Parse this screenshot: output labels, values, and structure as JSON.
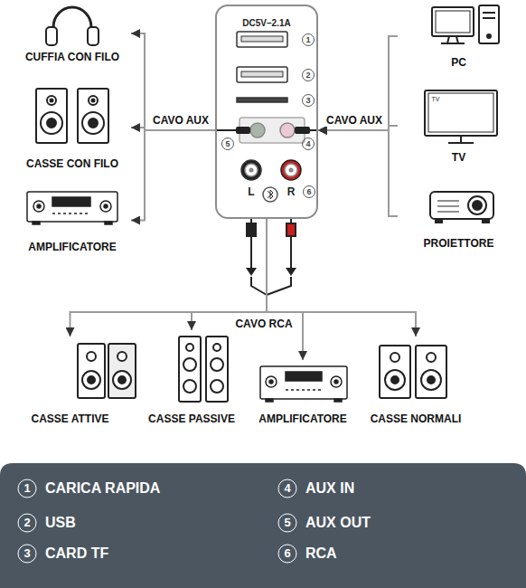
{
  "diagram": {
    "nodes": [
      {
        "text": [
          "CUFFIA CON FILO"
        ]
      },
      {
        "text": [
          "DC5V–2.1A"
        ]
      },
      {
        "text": [
          "PC"
        ]
      },
      {
        "text": [
          "CASSE CON FILO"
        ]
      },
      {
        "text": [
          "TV"
        ]
      },
      {
        "text": [
          "AMPLIFICATORE"
        ]
      },
      {
        "text": [
          "PROIETTORE"
        ]
      },
      {
        "text": [
          "CASSE ATTIVE"
        ]
      },
      {
        "text": [
          "CASSE PASSIVE"
        ]
      },
      {
        "text": [
          "AMPLIFICATORE"
        ]
      },
      {
        "text": [
          "CASSE NORMALI"
        ]
      }
    ],
    "edges": [
      {
        "from": 1,
        "to": 0,
        "arrow": "to",
        "label": "CAVO AUX"
      },
      {
        "from": 1,
        "to": 3,
        "arrow": "to"
      },
      {
        "from": 1,
        "to": 5,
        "arrow": "to"
      },
      {
        "from": 2,
        "to": 1,
        "arrow": "to",
        "label": "CAVO AUX"
      },
      {
        "from": 4,
        "to": 1,
        "arrow": "to"
      },
      {
        "from": 6,
        "to": 1,
        "arrow": "to"
      },
      {
        "from": 1,
        "to": 7,
        "arrow": "to",
        "label": "CAVO RCA"
      },
      {
        "from": 1,
        "to": 8,
        "arrow": "to"
      },
      {
        "from": 1,
        "to": 9,
        "arrow": "to"
      },
      {
        "from": 1,
        "to": 10,
        "arrow": "to"
      }
    ],
    "labels": [
      "1",
      "2",
      "3",
      "4",
      "5",
      "6",
      "L",
      "R",
      "TV",
      "1",
      "2",
      "3",
      "4",
      "5",
      "6"
    ],
    "legend": [
      {
        "text": "CARICA RAPIDA"
      },
      {
        "text": "USB"
      },
      {
        "text": "CARD TF"
      },
      {
        "text": "AUX IN"
      },
      {
        "text": "AUX OUT"
      },
      {
        "text": "RCA"
      }
    ]
  }
}
